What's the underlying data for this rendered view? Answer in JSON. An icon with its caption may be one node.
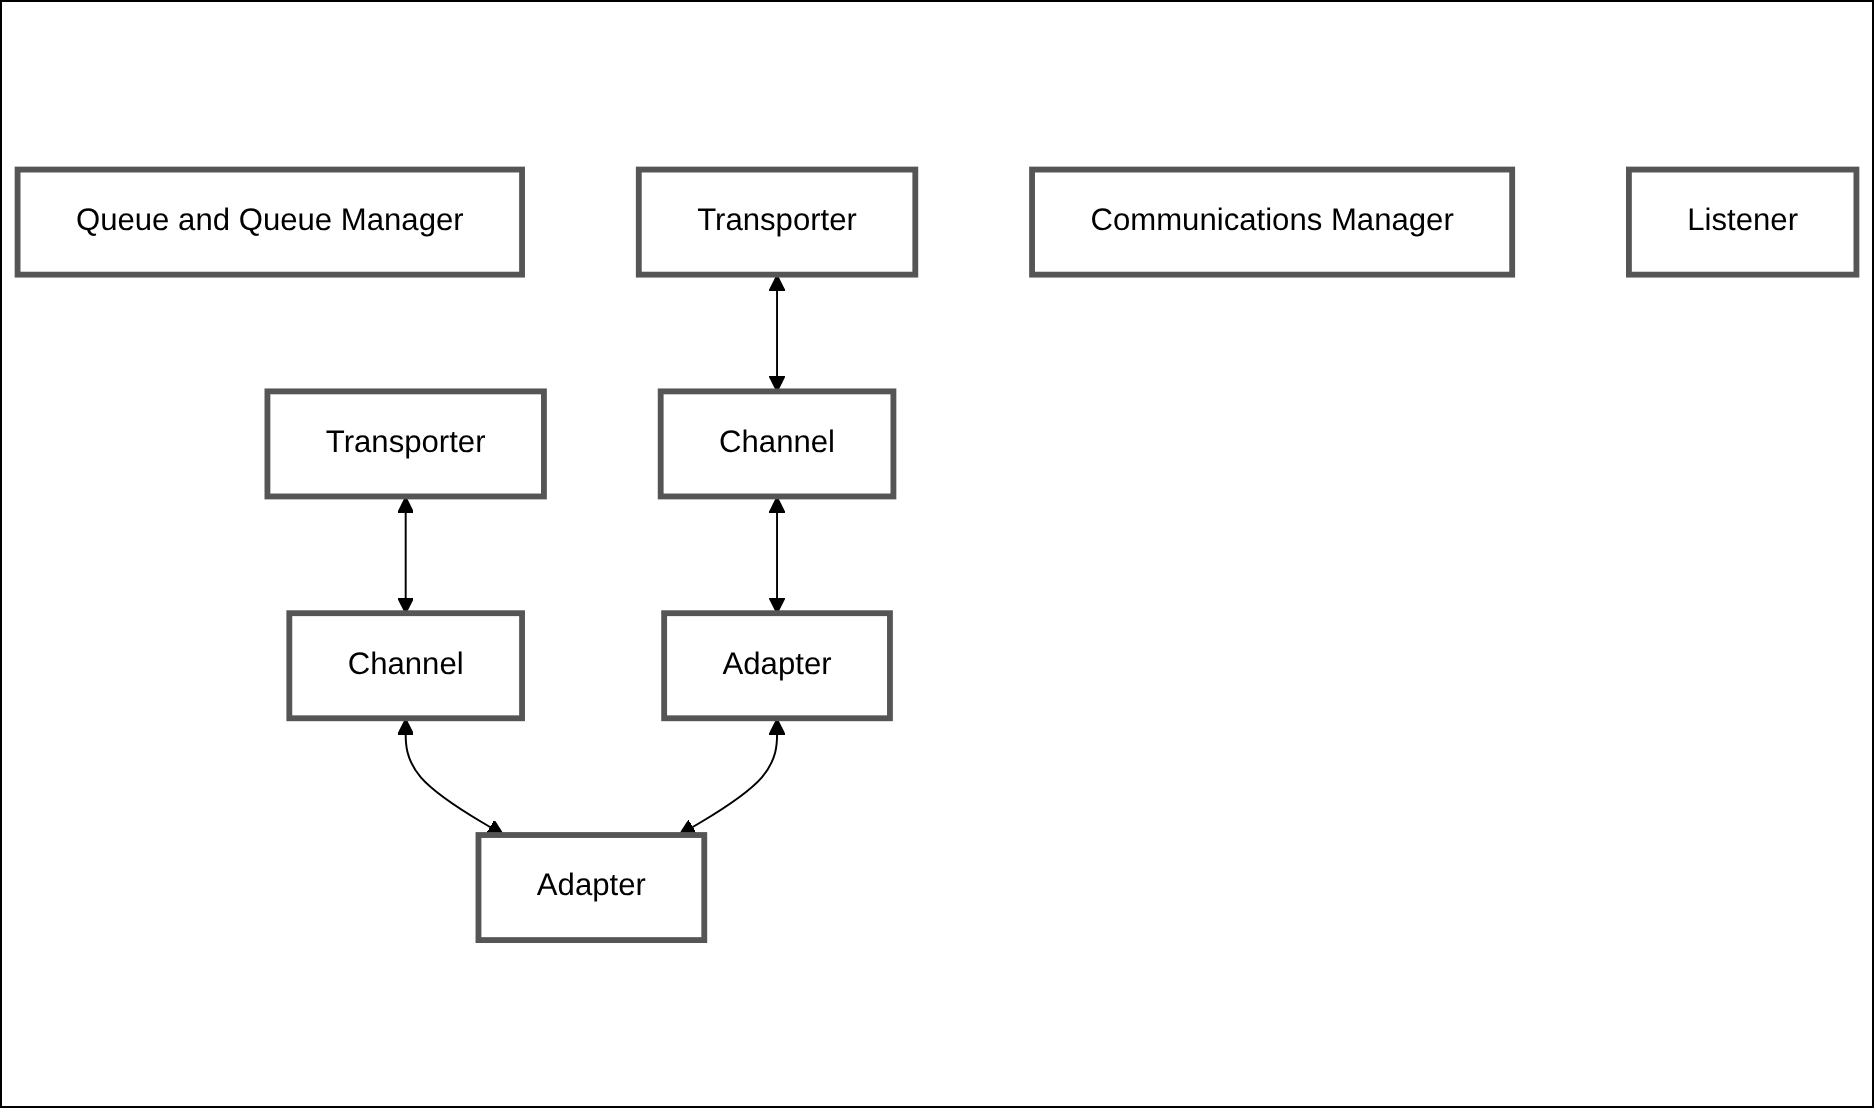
{
  "diagram": {
    "nodes": [
      {
        "text": [
          "Queue and Queue Manager"
        ]
      },
      {
        "text": [
          "Transporter"
        ]
      },
      {
        "text": [
          "Transporter"
        ]
      },
      {
        "text": [
          "Communications Manager"
        ]
      },
      {
        "text": [
          "Channel"
        ]
      },
      {
        "text": [
          "Listener"
        ]
      },
      {
        "text": [
          "Channel"
        ]
      },
      {
        "text": [
          "Adapter"
        ]
      },
      {
        "text": [
          "Adapter"
        ]
      }
    ],
    "edges": [
      {
        "from": 1,
        "to": 4,
        "arrow": "both"
      },
      {
        "from": 4,
        "to": 7,
        "arrow": "both"
      },
      {
        "from": 2,
        "to": 6,
        "arrow": "both"
      },
      {
        "from": 6,
        "to": 8,
        "arrow": "both"
      },
      {
        "from": 7,
        "to": 8,
        "arrow": "both"
      }
    ]
  }
}
